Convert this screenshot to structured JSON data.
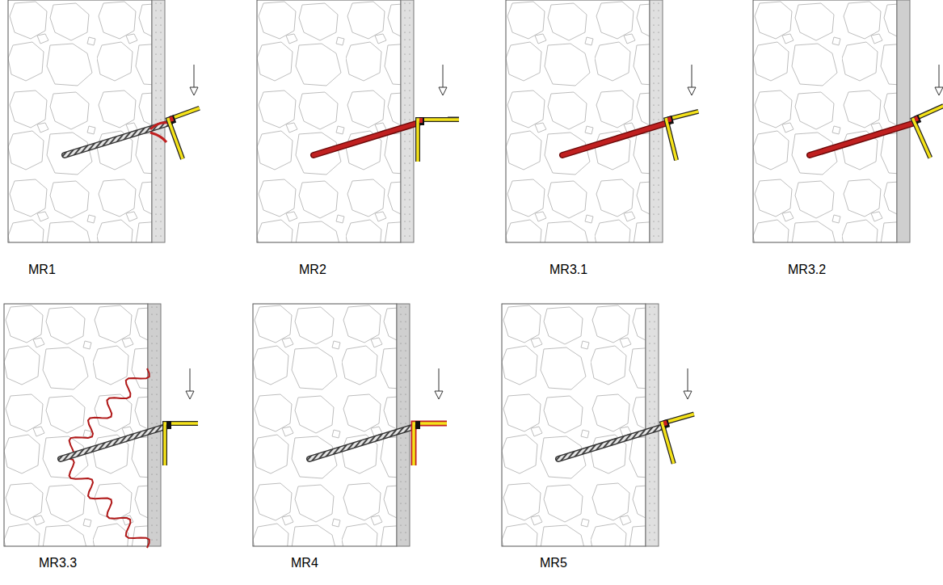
{
  "diagram": {
    "labels": [
      "MR1",
      "MR2",
      "MR3.1",
      "MR3.2",
      "MR3.3",
      "MR4",
      "MR5"
    ]
  }
}
